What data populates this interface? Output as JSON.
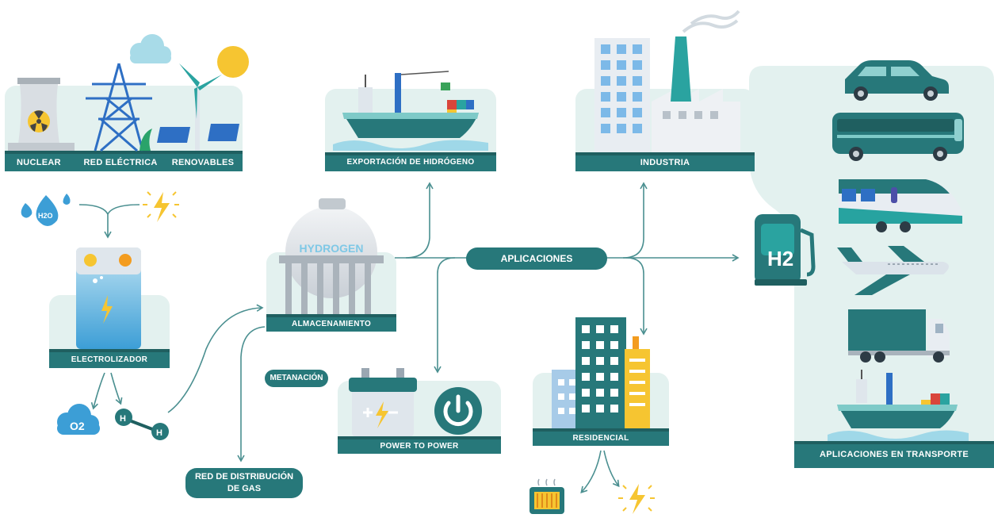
{
  "sources": {
    "nuclear": "NUCLEAR",
    "grid": "RED ELÉCTRICA",
    "renewables": "RENOVABLES"
  },
  "water_label": "H2O",
  "electrolyzer": "ELECTROLIZADOR",
  "outputs": {
    "oxygen": "O2",
    "hydrogen_atom": "H"
  },
  "storage": {
    "tank_text": "HYDROGEN",
    "label": "ALMACENAMIENTO"
  },
  "methanation": "METANACIÓN",
  "gas_grid": {
    "line1": "RED DE DISTRIBUCIÓN",
    "line2": "DE GAS"
  },
  "applications": "APLICACIONES",
  "export": "EXPORTACIÓN DE HIDRÓGENO",
  "industry": "INDUSTRIA",
  "power_to_power": "POWER TO POWER",
  "residential": "RESIDENCIAL",
  "transport": {
    "label": "APLICACIONES EN TRANSPORTE",
    "station_text": "H2"
  },
  "colors": {
    "teal": "#27787a",
    "teal_light": "#2aa3a0",
    "panel": "#e3f1ef",
    "arrow": "#4a8f90",
    "yellow": "#f6c531",
    "orange": "#f39c1f",
    "blue": "#2e6fc4"
  }
}
